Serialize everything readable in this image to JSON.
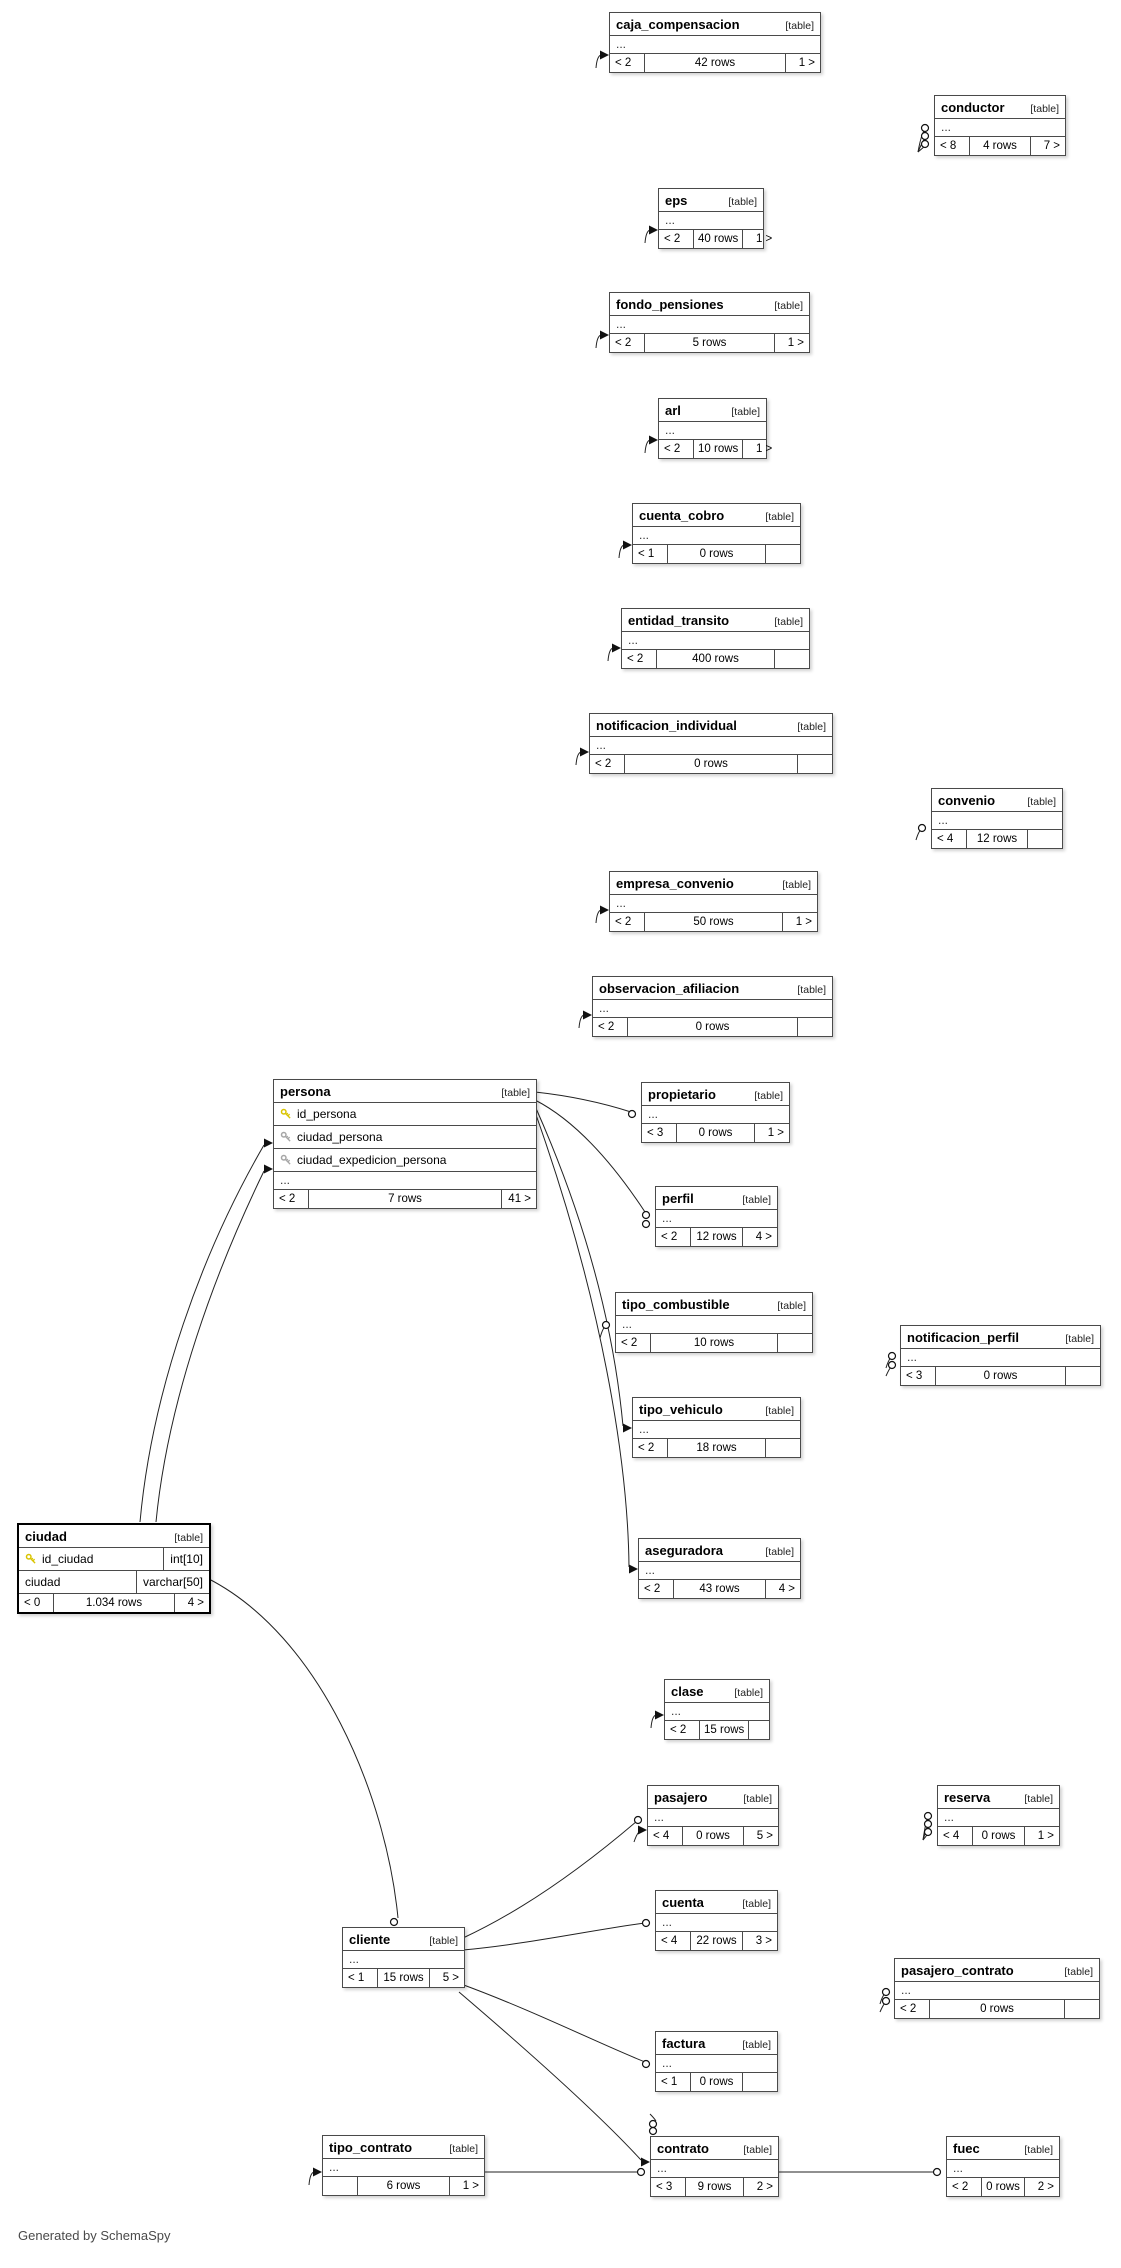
{
  "credit": "Generated by SchemaSpy",
  "colors": {
    "primary_key": "#d9c400",
    "foreign_key": "#a6a6a6",
    "node_border": "#4a4a4a",
    "emphasis_border": "#000000",
    "edge": "#222222"
  },
  "diagram": {
    "tables": [
      {
        "name": "caja_compensacion",
        "type_badge": "[table]",
        "columns": [],
        "collapsed_indicator": "...",
        "footer": {
          "prev": "< 2",
          "rows": "42 rows",
          "next": "1 >"
        }
      },
      {
        "name": "conductor",
        "type_badge": "[table]",
        "columns": [],
        "collapsed_indicator": "...",
        "footer": {
          "prev": "< 8",
          "rows": "4 rows",
          "next": "7 >"
        }
      },
      {
        "name": "eps",
        "type_badge": "[table]",
        "columns": [],
        "collapsed_indicator": "...",
        "footer": {
          "prev": "< 2",
          "rows": "40 rows",
          "next": "1 >"
        }
      },
      {
        "name": "fondo_pensiones",
        "type_badge": "[table]",
        "columns": [],
        "collapsed_indicator": "...",
        "footer": {
          "prev": "< 2",
          "rows": "5 rows",
          "next": "1 >"
        }
      },
      {
        "name": "arl",
        "type_badge": "[table]",
        "columns": [],
        "collapsed_indicator": "...",
        "footer": {
          "prev": "< 2",
          "rows": "10 rows",
          "next": "1 >"
        }
      },
      {
        "name": "cuenta_cobro",
        "type_badge": "[table]",
        "columns": [],
        "collapsed_indicator": "...",
        "footer": {
          "prev": "< 1",
          "rows": "0 rows",
          "next": ""
        }
      },
      {
        "name": "entidad_transito",
        "type_badge": "[table]",
        "columns": [],
        "collapsed_indicator": "...",
        "footer": {
          "prev": "< 2",
          "rows": "400 rows",
          "next": ""
        }
      },
      {
        "name": "notificacion_individual",
        "type_badge": "[table]",
        "columns": [],
        "collapsed_indicator": "...",
        "footer": {
          "prev": "< 2",
          "rows": "0 rows",
          "next": ""
        }
      },
      {
        "name": "convenio",
        "type_badge": "[table]",
        "columns": [],
        "collapsed_indicator": "...",
        "footer": {
          "prev": "< 4",
          "rows": "12 rows",
          "next": ""
        }
      },
      {
        "name": "empresa_convenio",
        "type_badge": "[table]",
        "columns": [],
        "collapsed_indicator": "...",
        "footer": {
          "prev": "< 2",
          "rows": "50 rows",
          "next": "1 >"
        }
      },
      {
        "name": "observacion_afiliacion",
        "type_badge": "[table]",
        "columns": [],
        "collapsed_indicator": "...",
        "footer": {
          "prev": "< 2",
          "rows": "0 rows",
          "next": ""
        }
      },
      {
        "name": "persona",
        "type_badge": "[table]",
        "columns": [
          {
            "name": "id_persona",
            "icon": "primary-key"
          },
          {
            "name": "ciudad_persona",
            "icon": "foreign-key"
          },
          {
            "name": "ciudad_expedicion_persona",
            "icon": "foreign-key"
          }
        ],
        "collapsed_indicator": "...",
        "footer": {
          "prev": "< 2",
          "rows": "7 rows",
          "next": "41 >"
        }
      },
      {
        "name": "propietario",
        "type_badge": "[table]",
        "columns": [],
        "collapsed_indicator": "...",
        "footer": {
          "prev": "< 3",
          "rows": "0 rows",
          "next": "1 >"
        }
      },
      {
        "name": "perfil",
        "type_badge": "[table]",
        "columns": [],
        "collapsed_indicator": "...",
        "footer": {
          "prev": "< 2",
          "rows": "12 rows",
          "next": "4 >"
        }
      },
      {
        "name": "tipo_combustible",
        "type_badge": "[table]",
        "columns": [],
        "collapsed_indicator": "...",
        "footer": {
          "prev": "< 2",
          "rows": "10 rows",
          "next": ""
        }
      },
      {
        "name": "notificacion_perfil",
        "type_badge": "[table]",
        "columns": [],
        "collapsed_indicator": "...",
        "footer": {
          "prev": "< 3",
          "rows": "0 rows",
          "next": ""
        }
      },
      {
        "name": "tipo_vehiculo",
        "type_badge": "[table]",
        "columns": [],
        "collapsed_indicator": "...",
        "footer": {
          "prev": "< 2",
          "rows": "18 rows",
          "next": ""
        }
      },
      {
        "name": "ciudad",
        "type_badge": "[table]",
        "emphasized": true,
        "columns": [
          {
            "name": "id_ciudad",
            "icon": "primary-key",
            "type": "int[10]"
          },
          {
            "name": "ciudad",
            "type": "varchar[50]"
          }
        ],
        "footer": {
          "prev": "< 0",
          "rows": "1.034 rows",
          "next": "4 >"
        }
      },
      {
        "name": "aseguradora",
        "type_badge": "[table]",
        "columns": [],
        "collapsed_indicator": "...",
        "footer": {
          "prev": "< 2",
          "rows": "43 rows",
          "next": "4 >"
        }
      },
      {
        "name": "clase",
        "type_badge": "[table]",
        "columns": [],
        "collapsed_indicator": "...",
        "footer": {
          "prev": "< 2",
          "rows": "15 rows",
          "next": ""
        }
      },
      {
        "name": "pasajero",
        "type_badge": "[table]",
        "columns": [],
        "collapsed_indicator": "...",
        "footer": {
          "prev": "< 4",
          "rows": "0 rows",
          "next": "5 >"
        }
      },
      {
        "name": "reserva",
        "type_badge": "[table]",
        "columns": [],
        "collapsed_indicator": "...",
        "footer": {
          "prev": "< 4",
          "rows": "0 rows",
          "next": "1 >"
        }
      },
      {
        "name": "cuenta",
        "type_badge": "[table]",
        "columns": [],
        "collapsed_indicator": "...",
        "footer": {
          "prev": "< 4",
          "rows": "22 rows",
          "next": "3 >"
        }
      },
      {
        "name": "cliente",
        "type_badge": "[table]",
        "columns": [],
        "collapsed_indicator": "...",
        "footer": {
          "prev": "< 1",
          "rows": "15 rows",
          "next": "5 >"
        }
      },
      {
        "name": "pasajero_contrato",
        "type_badge": "[table]",
        "columns": [],
        "collapsed_indicator": "...",
        "footer": {
          "prev": "< 2",
          "rows": "0 rows",
          "next": ""
        }
      },
      {
        "name": "factura",
        "type_badge": "[table]",
        "columns": [],
        "collapsed_indicator": "...",
        "footer": {
          "prev": "< 1",
          "rows": "0 rows",
          "next": ""
        }
      },
      {
        "name": "tipo_contrato",
        "type_badge": "[table]",
        "columns": [],
        "collapsed_indicator": "...",
        "footer": {
          "prev": "",
          "rows": "6 rows",
          "next": "1 >"
        }
      },
      {
        "name": "contrato",
        "type_badge": "[table]",
        "columns": [],
        "collapsed_indicator": "...",
        "footer": {
          "prev": "< 3",
          "rows": "9 rows",
          "next": "2 >"
        }
      },
      {
        "name": "fuec",
        "type_badge": "[table]",
        "columns": [],
        "collapsed_indicator": "...",
        "footer": {
          "prev": "< 2",
          "rows": "0 rows",
          "next": "2 >"
        }
      }
    ]
  }
}
